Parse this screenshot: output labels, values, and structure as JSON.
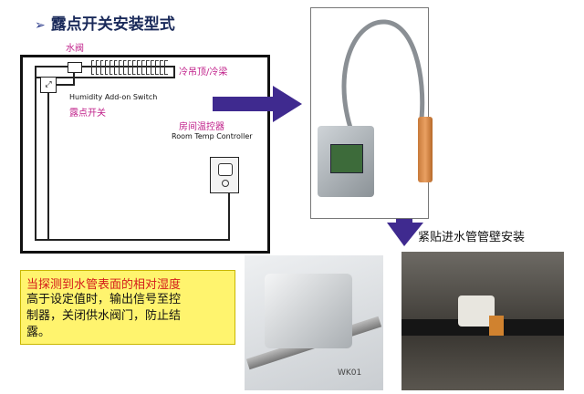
{
  "title": {
    "chevron": "➢",
    "text": "露点开关安装型式"
  },
  "schematic": {
    "valve_label": "水阀",
    "coil_label": "冷吊顶/冷梁",
    "switch_label_en": "Humidity  Add-on Switch",
    "switch_label_cn": "露点开关",
    "controller_label_cn": "房间温控器",
    "controller_label_en": "Room Temp Controller"
  },
  "install_label": "紧贴进水管管壁安装",
  "note": {
    "highlight": "当探测到水管表面的相对湿度",
    "line1": "高于设定值时，输出信号至控",
    "line2": "制器，关闭供水阀门，防止结",
    "line3": "露。"
  },
  "photo_code": "WK01",
  "colors": {
    "arrow": "#3f2a8f",
    "note_bg": "#fff46e",
    "note_highlight": "#d41a1a",
    "label_magenta": "#c0208a"
  }
}
